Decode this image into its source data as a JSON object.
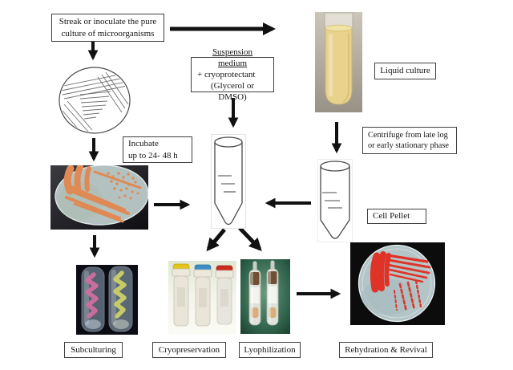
{
  "boxes": {
    "streak": {
      "text": "Streak or inoculate the pure\nculture of microorganisms"
    },
    "suspension": {
      "line1": "Suspension medium",
      "line2": "+ cryoprotectant",
      "line3": "(Glycerol or DMSO)"
    },
    "incubate": {
      "text": "Incubate\nup to 24- 48 h"
    },
    "liquid_culture": {
      "text": "Liquid culture"
    },
    "centrifuge": {
      "text": "Centrifuge from late log\nor early stationary phase"
    },
    "cell_pellet": {
      "text": "Cell Pellet"
    },
    "subculturing": {
      "text": "Subculturing"
    },
    "cryopreservation": {
      "text": "Cryopreservation"
    },
    "lyophilization": {
      "text": "Lyophilization"
    },
    "rehydration": {
      "text": "Rehydration & Revival"
    }
  },
  "colors": {
    "arrow": "#111111",
    "box_border": "#3f3f3f",
    "culture_yellow": "#e8d28c",
    "colony_orange": "#df8a54",
    "slant_pink": "#cf6f9e",
    "slant_yellow_green": "#ccd166",
    "cap_yellow": "#e6c41e",
    "cap_blue": "#3e8ec6",
    "cap_red": "#cc2c1e",
    "revival_red": "#e03328",
    "lyophilization_green": "#2e6049"
  },
  "illustrations": {
    "petri_dish_drawing": "quadrant-streak-sketch",
    "liquid_culture_photo": "tube-yellow-broth",
    "streak_plate_photo": "agar-plate-orange-colonies",
    "falcon_tube_drawing": "conical-tube-sketch",
    "cell_pellet_tube_drawing": "conical-tube-sketch",
    "subculture_photo": "two-agar-slant-tubes",
    "cryovials_photo": "three-cryovials-colored-caps",
    "ampoules_photo": "two-lyophilized-ampoules",
    "revival_plate_photo": "agar-plate-red-streaks"
  }
}
